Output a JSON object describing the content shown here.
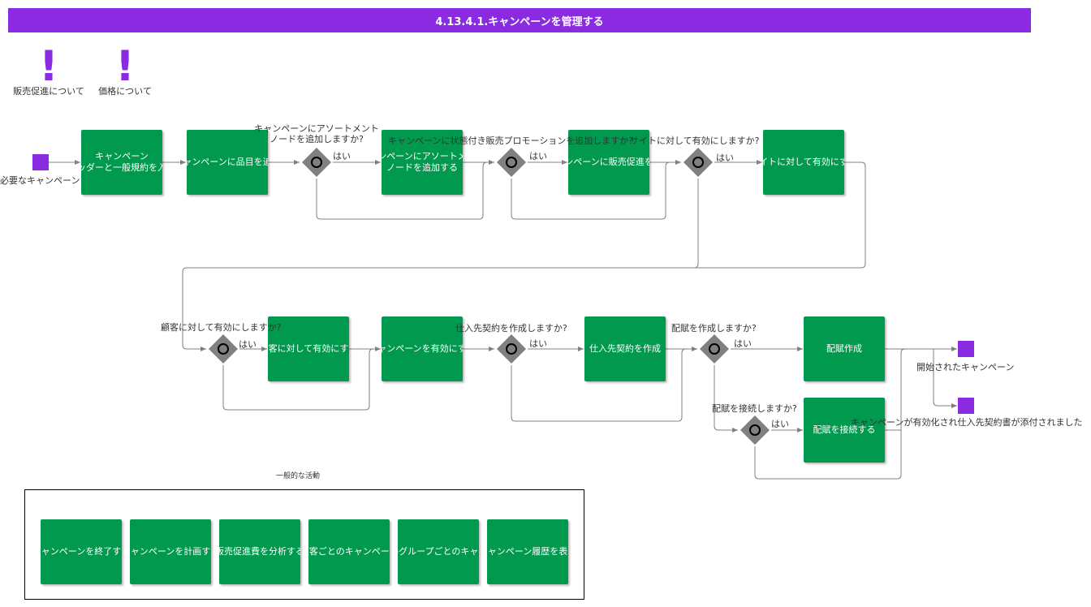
{
  "title": "4.13.4.1.キャンペーンを管理する",
  "notes": [
    "販売促進について",
    "価格について"
  ],
  "start_event": "必要なキャンペーン",
  "end_events": [
    "開始されたキャンペーン",
    "キャンペーンが有効化され仕入先契約書が添付されました"
  ],
  "tasks": [
    {
      "id": "t1",
      "lines": [
        "キャンペーン",
        "ヘッダーと一般規約を入力"
      ]
    },
    {
      "id": "t2",
      "lines": [
        "キャンペーンに品目を追加"
      ]
    },
    {
      "id": "t3",
      "lines": [
        "キャンペーンにアソートメント",
        "ノードを追加する"
      ]
    },
    {
      "id": "t4",
      "lines": [
        "キャンペーンに販売促進を追加"
      ]
    },
    {
      "id": "t5",
      "lines": [
        "サイトに対して有効にする"
      ]
    },
    {
      "id": "t6",
      "lines": [
        "顧客に対して有効にする"
      ]
    },
    {
      "id": "t7",
      "lines": [
        "キャンペーンを有効にする"
      ]
    },
    {
      "id": "t8",
      "lines": [
        "仕入先契約を作成"
      ]
    },
    {
      "id": "t9",
      "lines": [
        "配賦作成"
      ]
    },
    {
      "id": "t10",
      "lines": [
        "配賦を接続する"
      ]
    }
  ],
  "gateways": [
    {
      "id": "g1",
      "question": "キャンペーンにアソートメント\nノードを追加しますか?",
      "yes": "はい"
    },
    {
      "id": "g2",
      "question": "キャンペーンに状態付き販売プロモーションを追加しますか?",
      "yes": "はい"
    },
    {
      "id": "g3",
      "question": "サイトに対して有効にしますか?",
      "yes": "はい"
    },
    {
      "id": "g4",
      "question": "顧客に対して有効にしますか?",
      "yes": "はい"
    },
    {
      "id": "g5",
      "question": "仕入先契約を作成しますか?",
      "yes": "はい"
    },
    {
      "id": "g6",
      "question": "配賦を作成しますか?",
      "yes": "はい"
    },
    {
      "id": "g7",
      "question": "配賦を接続しますか?",
      "yes": "はい"
    }
  ],
  "adhoc_label": "一般的な活動",
  "adhoc_tasks": [
    "キャンペーンを終了する",
    "キャンペーンを計画する",
    "販売促進費を分析する",
    "顧客ごとのキャンペーン",
    "顧客価格グループごとのキャンペーン",
    "キャンペーン履歴を表示"
  ],
  "colors": {
    "accent": "#8a2be2",
    "task": "#00994d",
    "gateway": "#808080",
    "line": "#808080"
  }
}
